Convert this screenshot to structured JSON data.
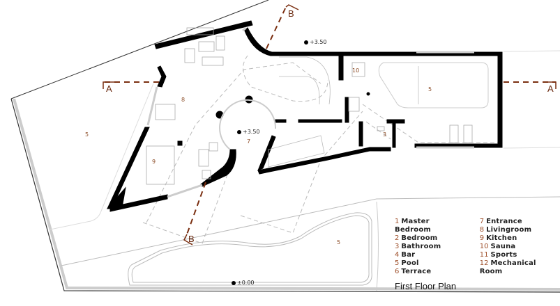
{
  "title": "First Floor Plan",
  "legend": [
    {
      "num": "1",
      "label": "Master Bedroom"
    },
    {
      "num": "2",
      "label": "Bedroom"
    },
    {
      "num": "3",
      "label": "Bathroom"
    },
    {
      "num": "4",
      "label": "Bar"
    },
    {
      "num": "5",
      "label": "Pool"
    },
    {
      "num": "6",
      "label": "Terrace"
    },
    {
      "num": "7",
      "label": "Entrance"
    },
    {
      "num": "8",
      "label": "Livingroom"
    },
    {
      "num": "9",
      "label": "Kitchen"
    },
    {
      "num": "10",
      "label": "Sauna"
    },
    {
      "num": "11",
      "label": "Sports"
    },
    {
      "num": "12",
      "label": "Mechanical Room"
    }
  ],
  "room_labels": {
    "pool_left": "5",
    "pool_top": "5",
    "pool_bottom": "5",
    "livingroom": "8",
    "kitchen": "9",
    "entrance": "7",
    "sauna": "10",
    "bathroom": "3"
  },
  "levels": {
    "top": "+3.50",
    "entrance": "+3.50",
    "ground": "±0.00"
  },
  "section_marks": {
    "a_left": "A",
    "a_right": "A",
    "b_top": "B",
    "b_bottom": "B"
  },
  "colors": {
    "wall": "#000000",
    "section_line": "#7a2e10",
    "room_number": "#8b4a24",
    "thin_line": "#bbbbbb"
  }
}
